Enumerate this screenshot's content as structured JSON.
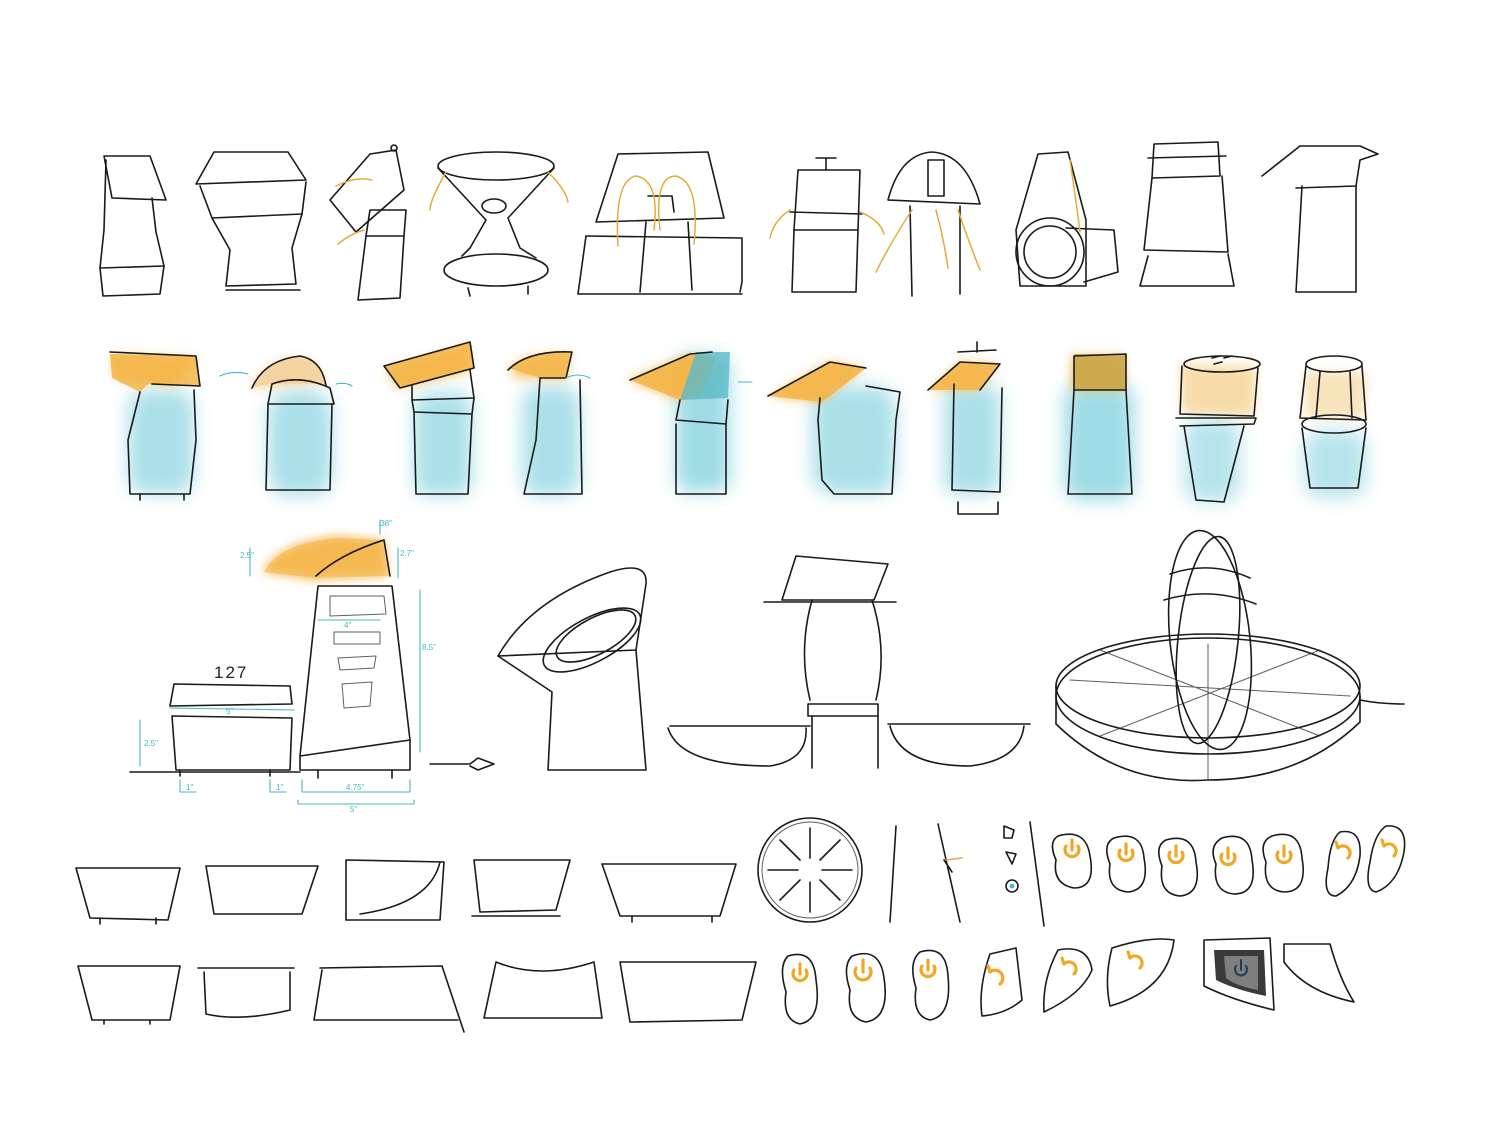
{
  "sketch": {
    "annotations": {
      "model_number": "127",
      "dim_top_a": "2.5\"",
      "dim_top_b": "2.7\"",
      "dim_top_c": ".38\"",
      "dim_top_d": "4\"",
      "dim_left_height": "2.5\"",
      "dim_left_width": "5\"",
      "dim_left_foot_a": "1\"",
      "dim_left_foot_b": "1\"",
      "dim_tower_height": "8.5\"",
      "dim_base_a": "4.75\"",
      "dim_base_b": "5\"",
      "dim_col_top": "4\"",
      "dim_col_bottom": "5\""
    },
    "colors": {
      "ink": "#1a1a1a",
      "highlight_orange": "#f2b443",
      "glow_cyan": "#7ecfdc",
      "dimension_cyan": "#49b6c9",
      "power_icon": "#f2a623"
    },
    "icons": [
      "power-icon",
      "reset-icon",
      "power-button-icon"
    ]
  }
}
